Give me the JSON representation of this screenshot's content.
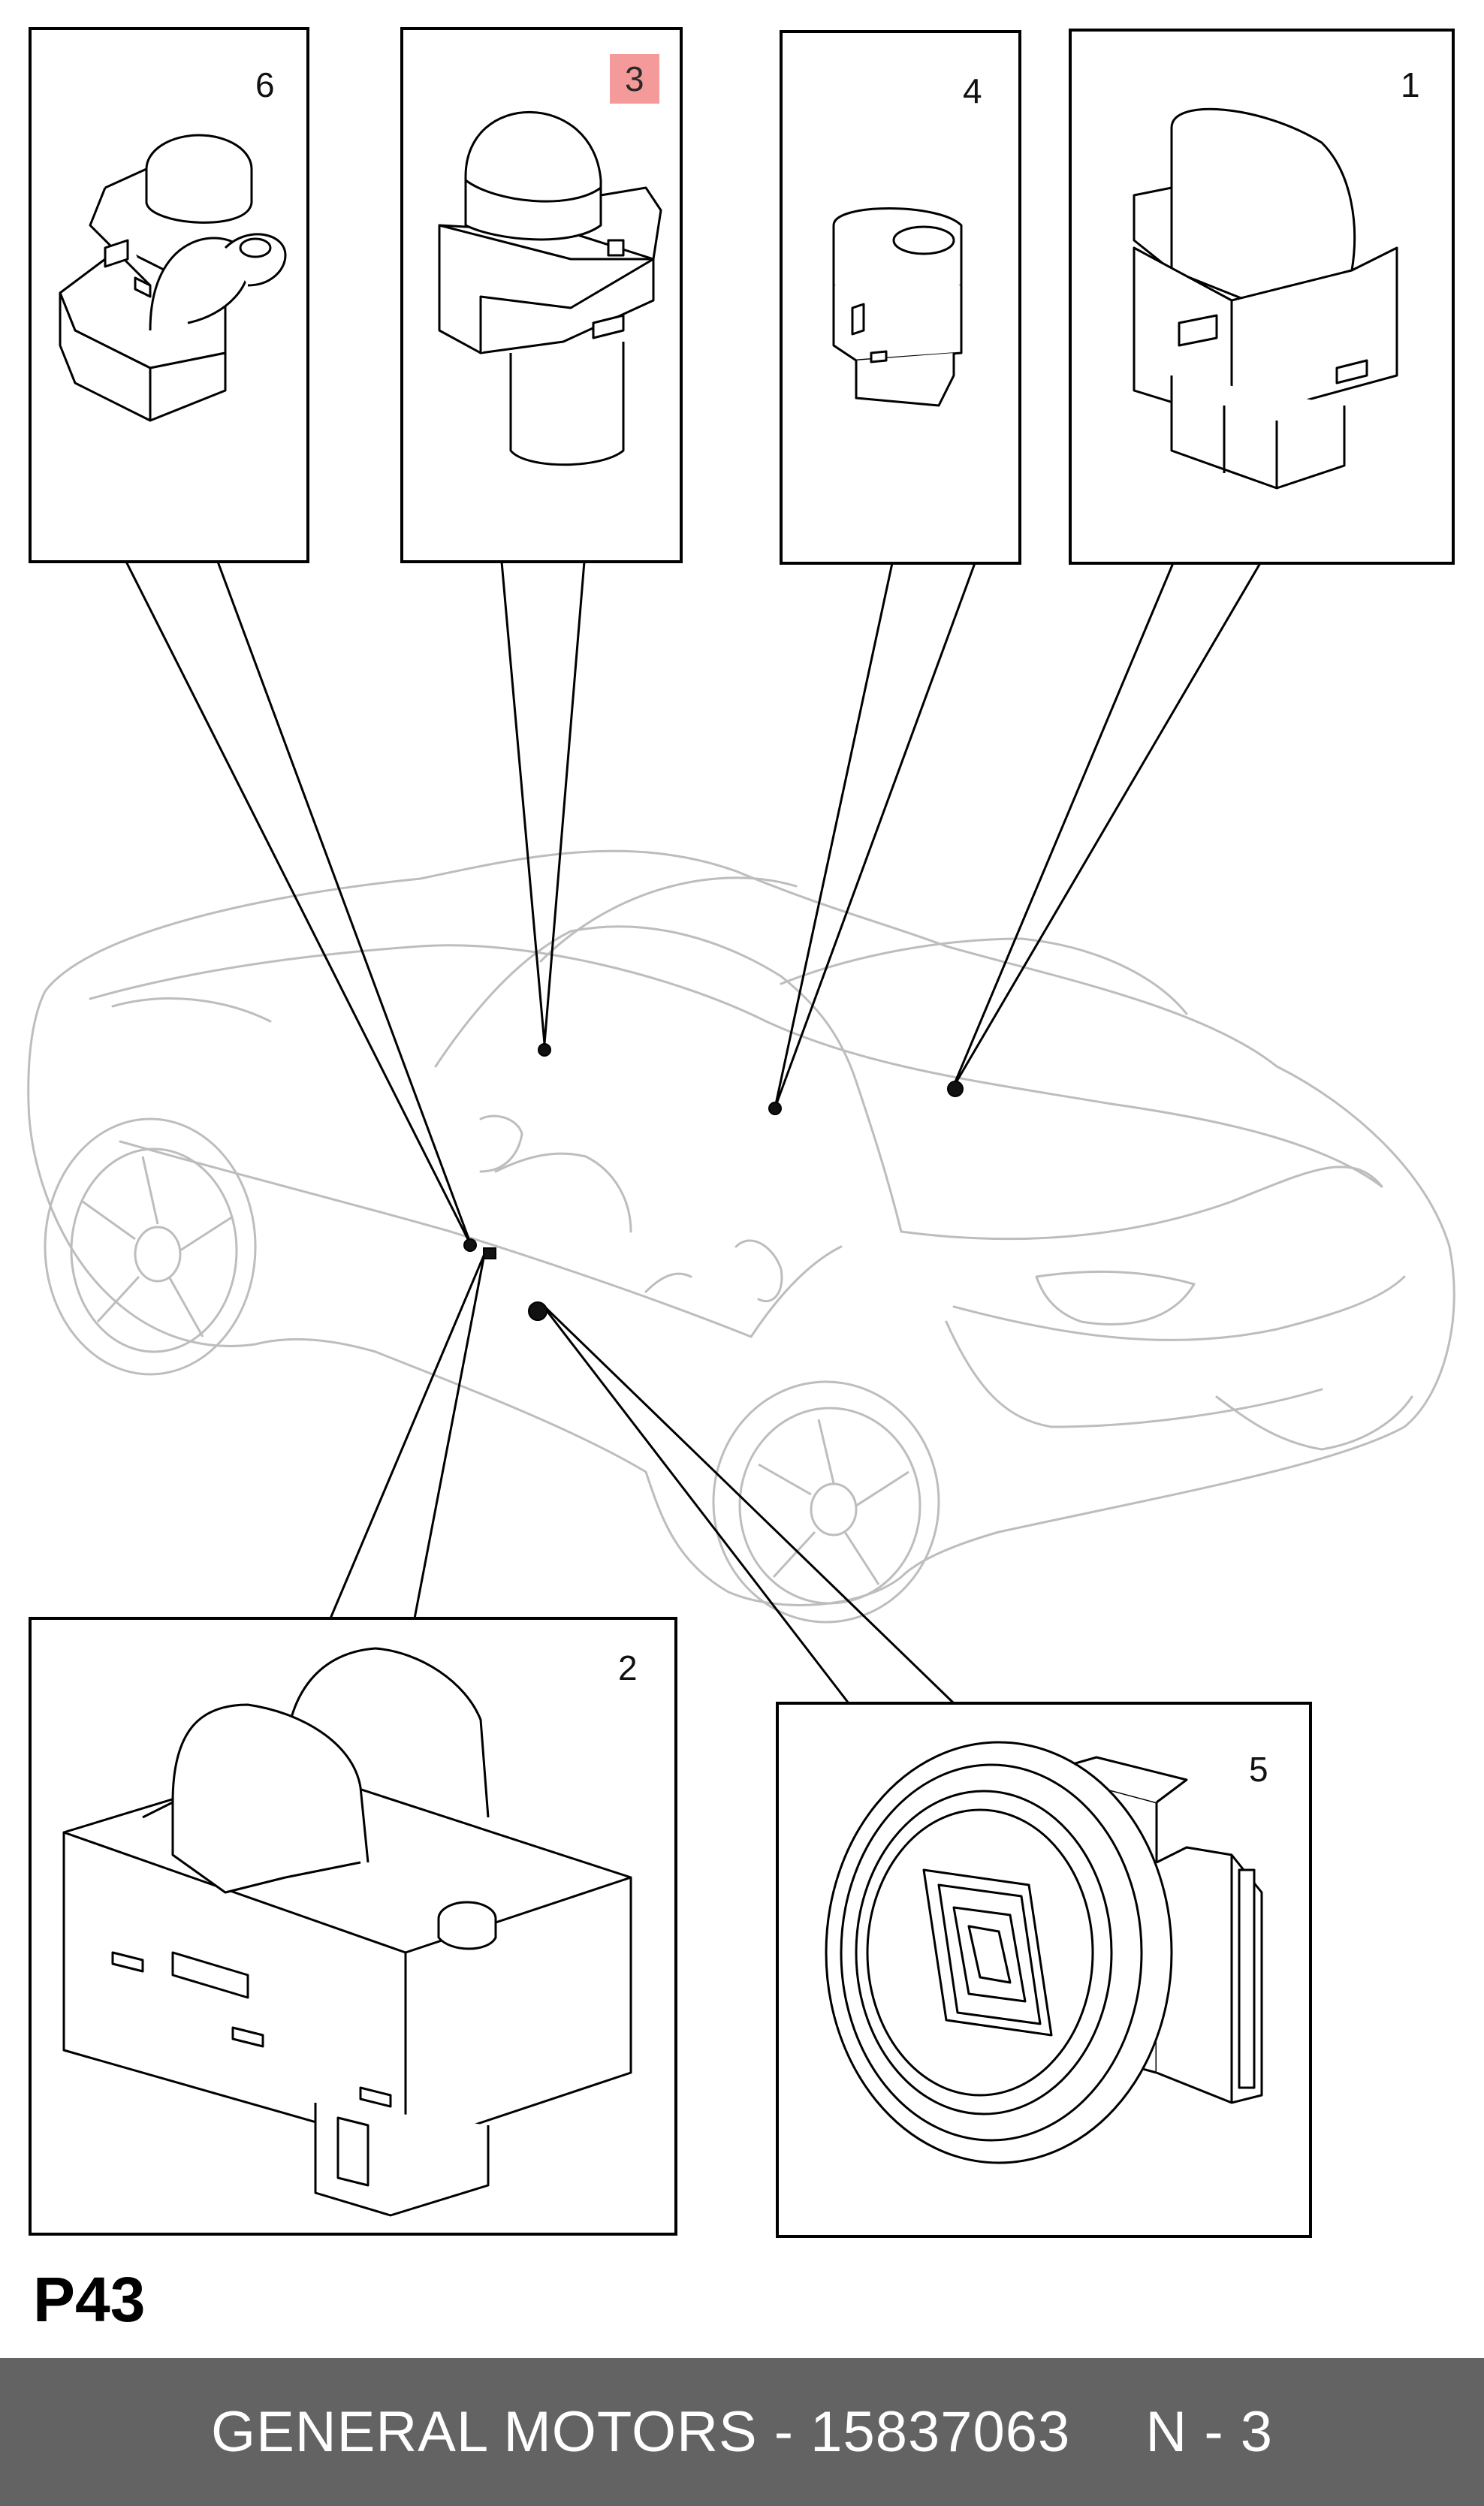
{
  "callouts": {
    "c1": "1",
    "c2": "2",
    "c3": "3",
    "c4": "4",
    "c5": "5",
    "c6": "6"
  },
  "page_code": "P43",
  "footer": {
    "manufacturer_part": "GENERAL MOTORS - 15837063",
    "reference": "N - 3"
  },
  "colors": {
    "highlight": "#f59a9a",
    "footer_bg": "#636363",
    "car_outline": "#bdbdbd",
    "line": "#000000"
  }
}
